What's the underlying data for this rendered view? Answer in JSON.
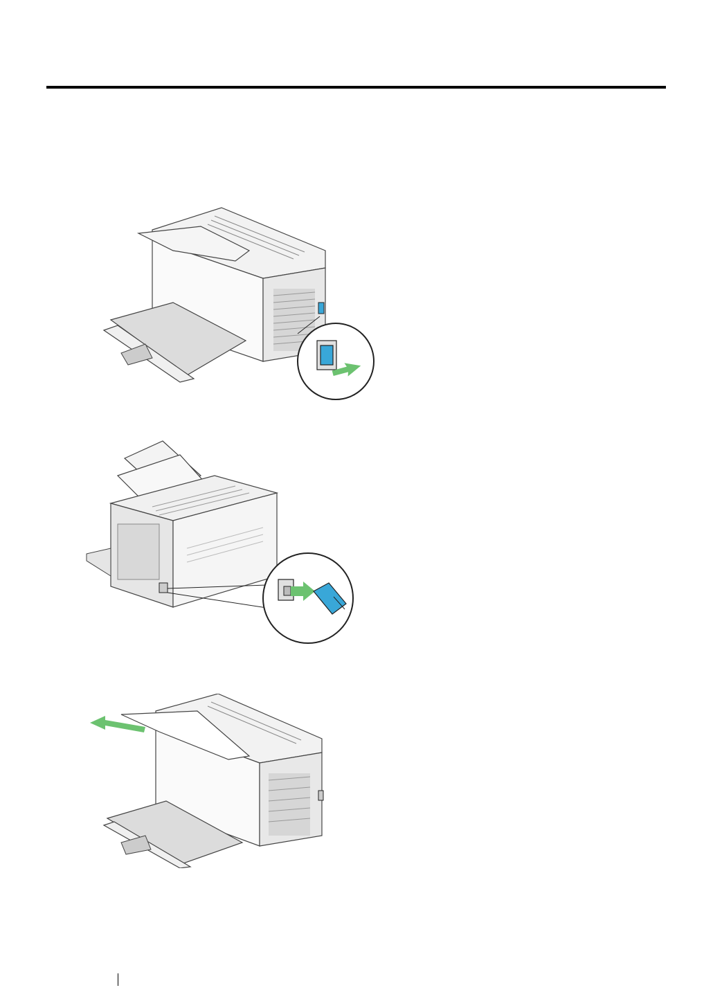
{
  "page": {
    "header_rule": true
  },
  "figures": [
    {
      "name": "power-switch-off",
      "arrow_color": "#6cc270",
      "accent": "#39a7d8"
    },
    {
      "name": "unplug-power-cord",
      "arrow_color": "#6cc270",
      "accent": "#39a7d8"
    },
    {
      "name": "remove-paper",
      "arrow_color": "#6cc270"
    }
  ],
  "footer": {
    "text": ""
  }
}
